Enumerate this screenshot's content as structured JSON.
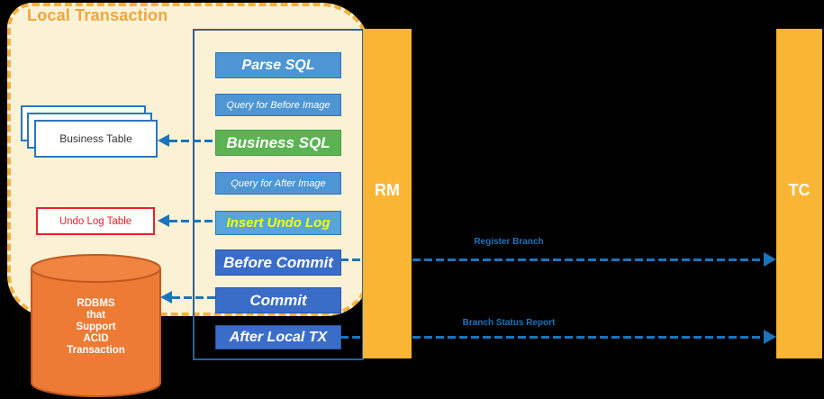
{
  "title": "Local Transaction",
  "flow": {
    "steps": [
      {
        "label": "Parse SQL"
      },
      {
        "label": "Query for Before Image"
      },
      {
        "label": "Business SQL"
      },
      {
        "label": "Query for After Image"
      },
      {
        "label": "Insert Undo Log"
      },
      {
        "label": "Before Commit"
      },
      {
        "label": "Commit"
      },
      {
        "label": "After Local TX"
      }
    ]
  },
  "stores": {
    "business_table": "Business Table",
    "undo_log_table": "Undo Log Table",
    "rdbms_lines": [
      "RDBMS",
      "that",
      "Support",
      "ACID",
      "Transaction"
    ]
  },
  "actors": {
    "rm": "RM",
    "tc": "TC"
  },
  "messages": {
    "register_branch": "Register Branch",
    "branch_status_report": "Branch Status Report"
  },
  "colors": {
    "background": "#000000",
    "boundary_fill": "#FBF2D6",
    "boundary_border": "#F3B13C",
    "title_orange": "#F2A43C",
    "step_blue": "#4D96D3",
    "step_light_blue": "#57A5DB",
    "step_green": "#5CB353",
    "step_royal_blue": "#3A6DC8",
    "undo_text_yellow": "#FAFF00",
    "arrow_blue": "#1B74BC",
    "bar_orange": "#FBB535",
    "cylinder_orange": "#ED7A35",
    "table_red": "#E8202F"
  }
}
